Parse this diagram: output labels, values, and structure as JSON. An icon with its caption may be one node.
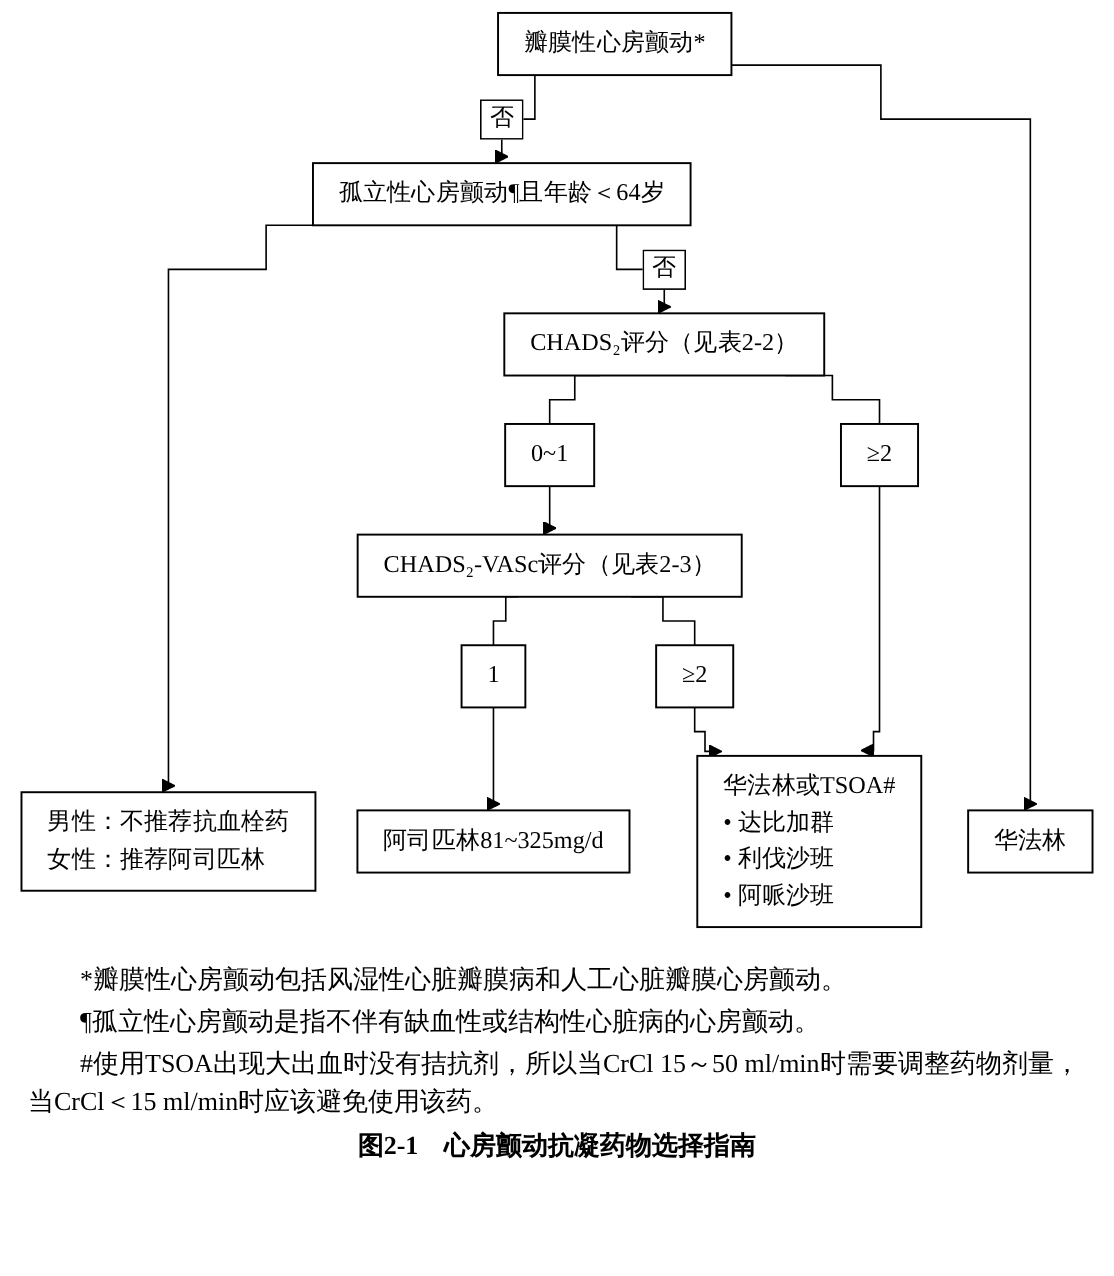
{
  "diagram": {
    "caption": "图2-1　心房颤动抗凝药物选择指南",
    "nodes": [
      {
        "text": [
          "瓣膜性心房颤动*"
        ]
      },
      {
        "text": [
          "孤立性心房颤动¶且年龄＜64岁"
        ]
      },
      {
        "text": [
          "CHADS₂评分（见表2-2）"
        ]
      },
      {
        "text": [
          "0~1"
        ]
      },
      {
        "text": [
          "≥2"
        ]
      },
      {
        "text": [
          "CHADS₂-VASc评分（见表2-3）"
        ]
      },
      {
        "text": [
          "1"
        ]
      },
      {
        "text": [
          "≥2"
        ]
      },
      {
        "text": [
          "男性：不推荐抗血栓药",
          "女性：推荐阿司匹林"
        ]
      },
      {
        "text": [
          "阿司匹林81~325mg/d"
        ]
      },
      {
        "text": [
          "华法林或TSOA#",
          "• 达比加群",
          "• 利伐沙班",
          "• 阿哌沙班"
        ]
      },
      {
        "text": [
          "华法林"
        ]
      }
    ],
    "edges": [
      {
        "from": 0,
        "to": 1,
        "arrow": "to",
        "label": "否"
      },
      {
        "from": 1,
        "to": 8,
        "arrow": "to"
      },
      {
        "from": 1,
        "to": 2,
        "arrow": "to",
        "label": "否"
      },
      {
        "from": 2,
        "to": 3,
        "arrow": "none"
      },
      {
        "from": 2,
        "to": 4,
        "arrow": "none"
      },
      {
        "from": 3,
        "to": 5,
        "arrow": "to"
      },
      {
        "from": 5,
        "to": 6,
        "arrow": "none"
      },
      {
        "from": 5,
        "to": 7,
        "arrow": "none"
      },
      {
        "from": 6,
        "to": 9,
        "arrow": "to"
      },
      {
        "from": 7,
        "to": 10,
        "arrow": "to"
      },
      {
        "from": 4,
        "to": 10,
        "arrow": "to"
      },
      {
        "from": 0,
        "to": 11,
        "arrow": "to"
      }
    ],
    "labels": [
      "*瓣膜性心房颤动包括风湿性心脏瓣膜病和人工心脏瓣膜心房颤动。",
      "¶孤立性心房颤动是指不伴有缺血性或结构性心脏病的心房颤动。",
      "#使用TSOA出现大出血时没有拮抗剂，所以当CrCl 15～50 ml/min时需要调整药物剂量，当CrCl＜15 ml/min时应该避免使用该药。"
    ]
  }
}
